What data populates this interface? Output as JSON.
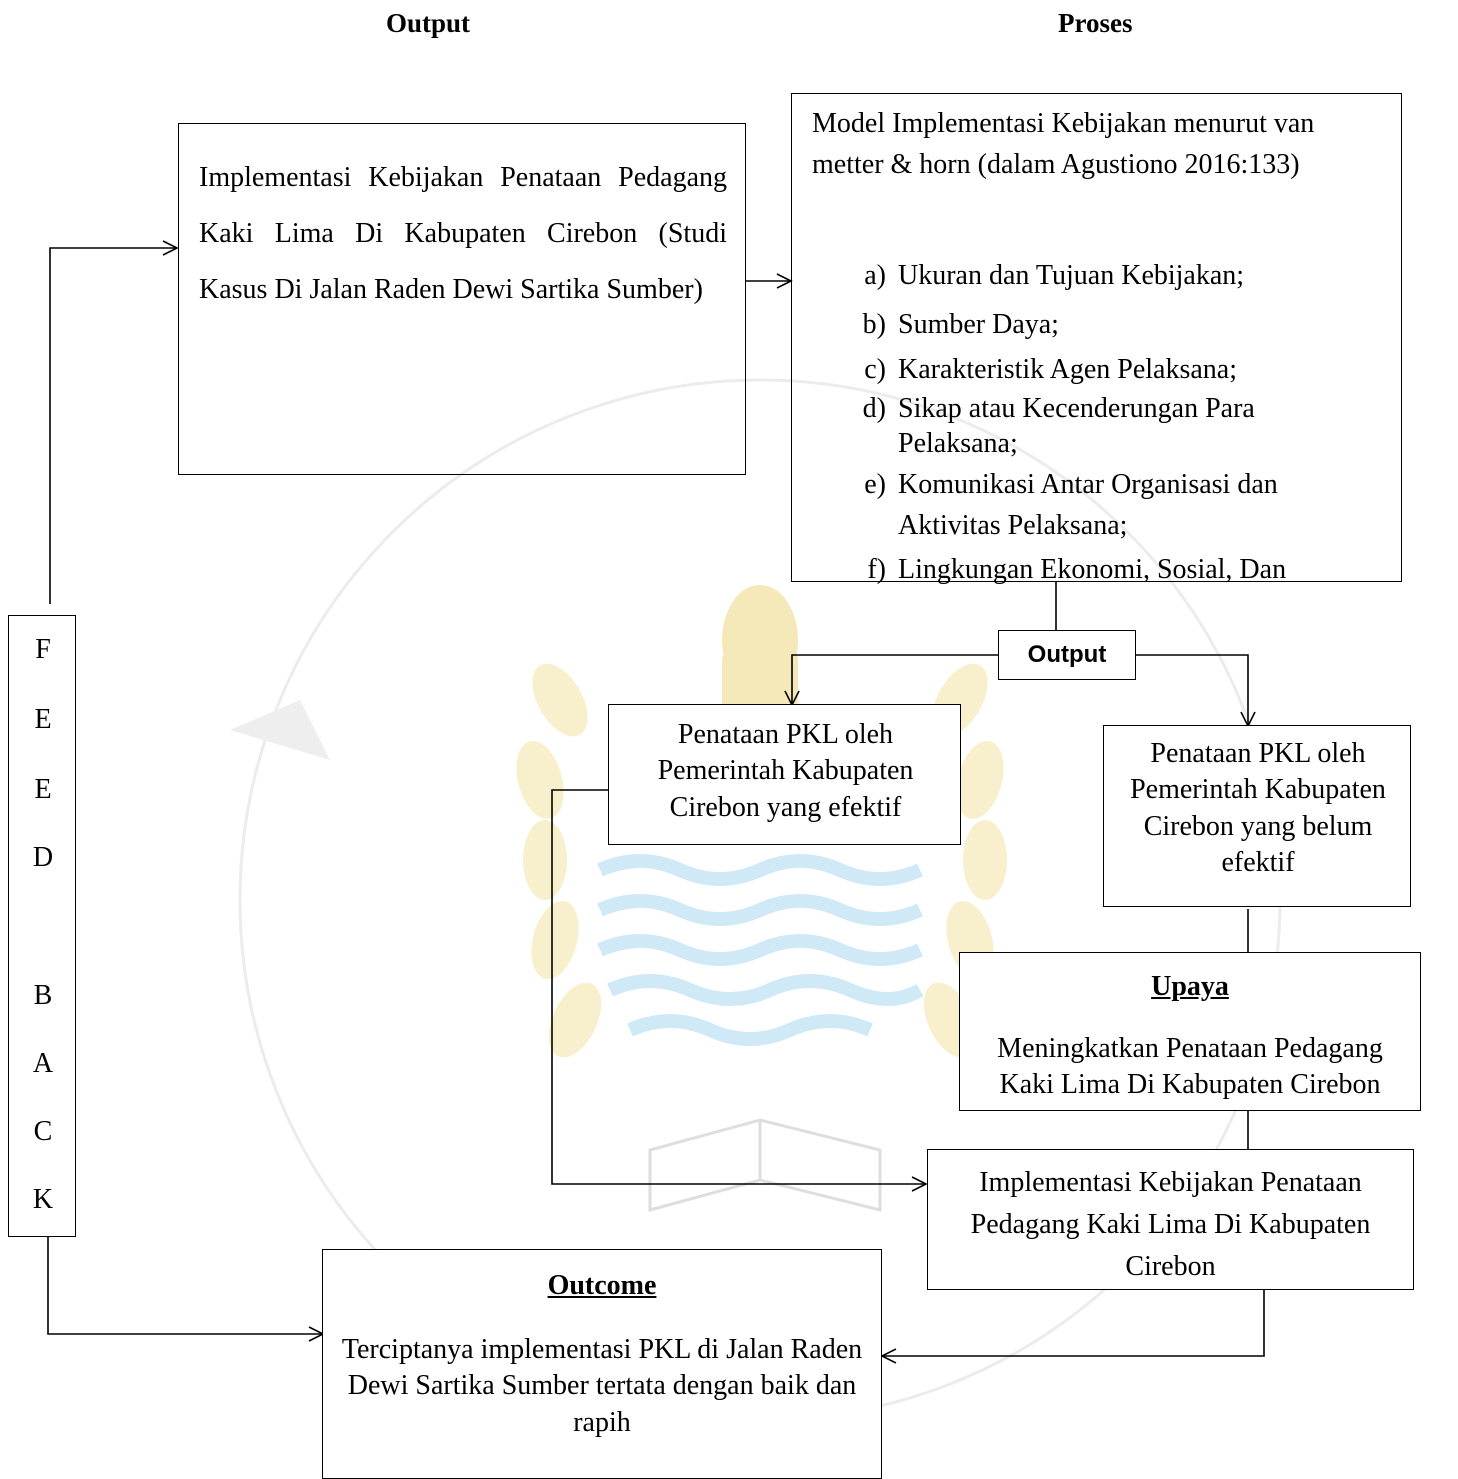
{
  "headers": {
    "left": "Output",
    "right": "Proses"
  },
  "box_policy": {
    "text": "Implementasi Kebijakan Penataan Pedagang Kaki Lima Di Kabupaten Cirebon (Studi Kasus Di Jalan Raden Dewi Sartika Sumber)"
  },
  "box_model": {
    "intro": "Model Implementasi Kebijakan menurut van metter & horn (dalam Agustiono 2016:133)",
    "items": [
      {
        "letter": "a)",
        "text": "Ukuran dan Tujuan Kebijakan;"
      },
      {
        "letter": "b)",
        "text": "Sumber Daya;"
      },
      {
        "letter": "c)",
        "text": "Karakteristik Agen Pelaksana;"
      },
      {
        "letter": "d)",
        "text": "Sikap atau Kecenderungan Para Pelaksana;"
      },
      {
        "letter": "e)",
        "text": "Komunikasi Antar Organisasi dan Aktivitas Pelaksana;"
      },
      {
        "letter": "f)",
        "text": "Lingkungan Ekonomi, Sosial, Dan"
      }
    ]
  },
  "output_tag": "Output",
  "box_effective": {
    "text": "Penataan PKL oleh Pemerintah Kabupaten Cirebon yang efektif"
  },
  "box_not_effective": {
    "text": "Penataan PKL oleh Pemerintah Kabupaten Cirebon yang belum efektif"
  },
  "box_upaya": {
    "title": "Upaya",
    "text": "Meningkatkan Penataan Pedagang Kaki Lima Di Kabupaten Cirebon"
  },
  "box_implementation": {
    "text": "Implementasi Kebijakan Penataan Pedagang Kaki Lima Di Kabupaten Cirebon"
  },
  "box_outcome": {
    "title": "Outcome",
    "text": "Terciptanya implementasi PKL di Jalan Raden Dewi Sartika Sumber tertata dengan baik dan rapih"
  },
  "feedback_letters": [
    "F",
    "E",
    "E",
    "D",
    "B",
    "A",
    "C",
    "K"
  ],
  "colors": {
    "line": "#000000",
    "watermark_blue": "#c8e8f6",
    "watermark_gold": "#f2df9e",
    "watermark_gray": "#cfcfcf"
  }
}
